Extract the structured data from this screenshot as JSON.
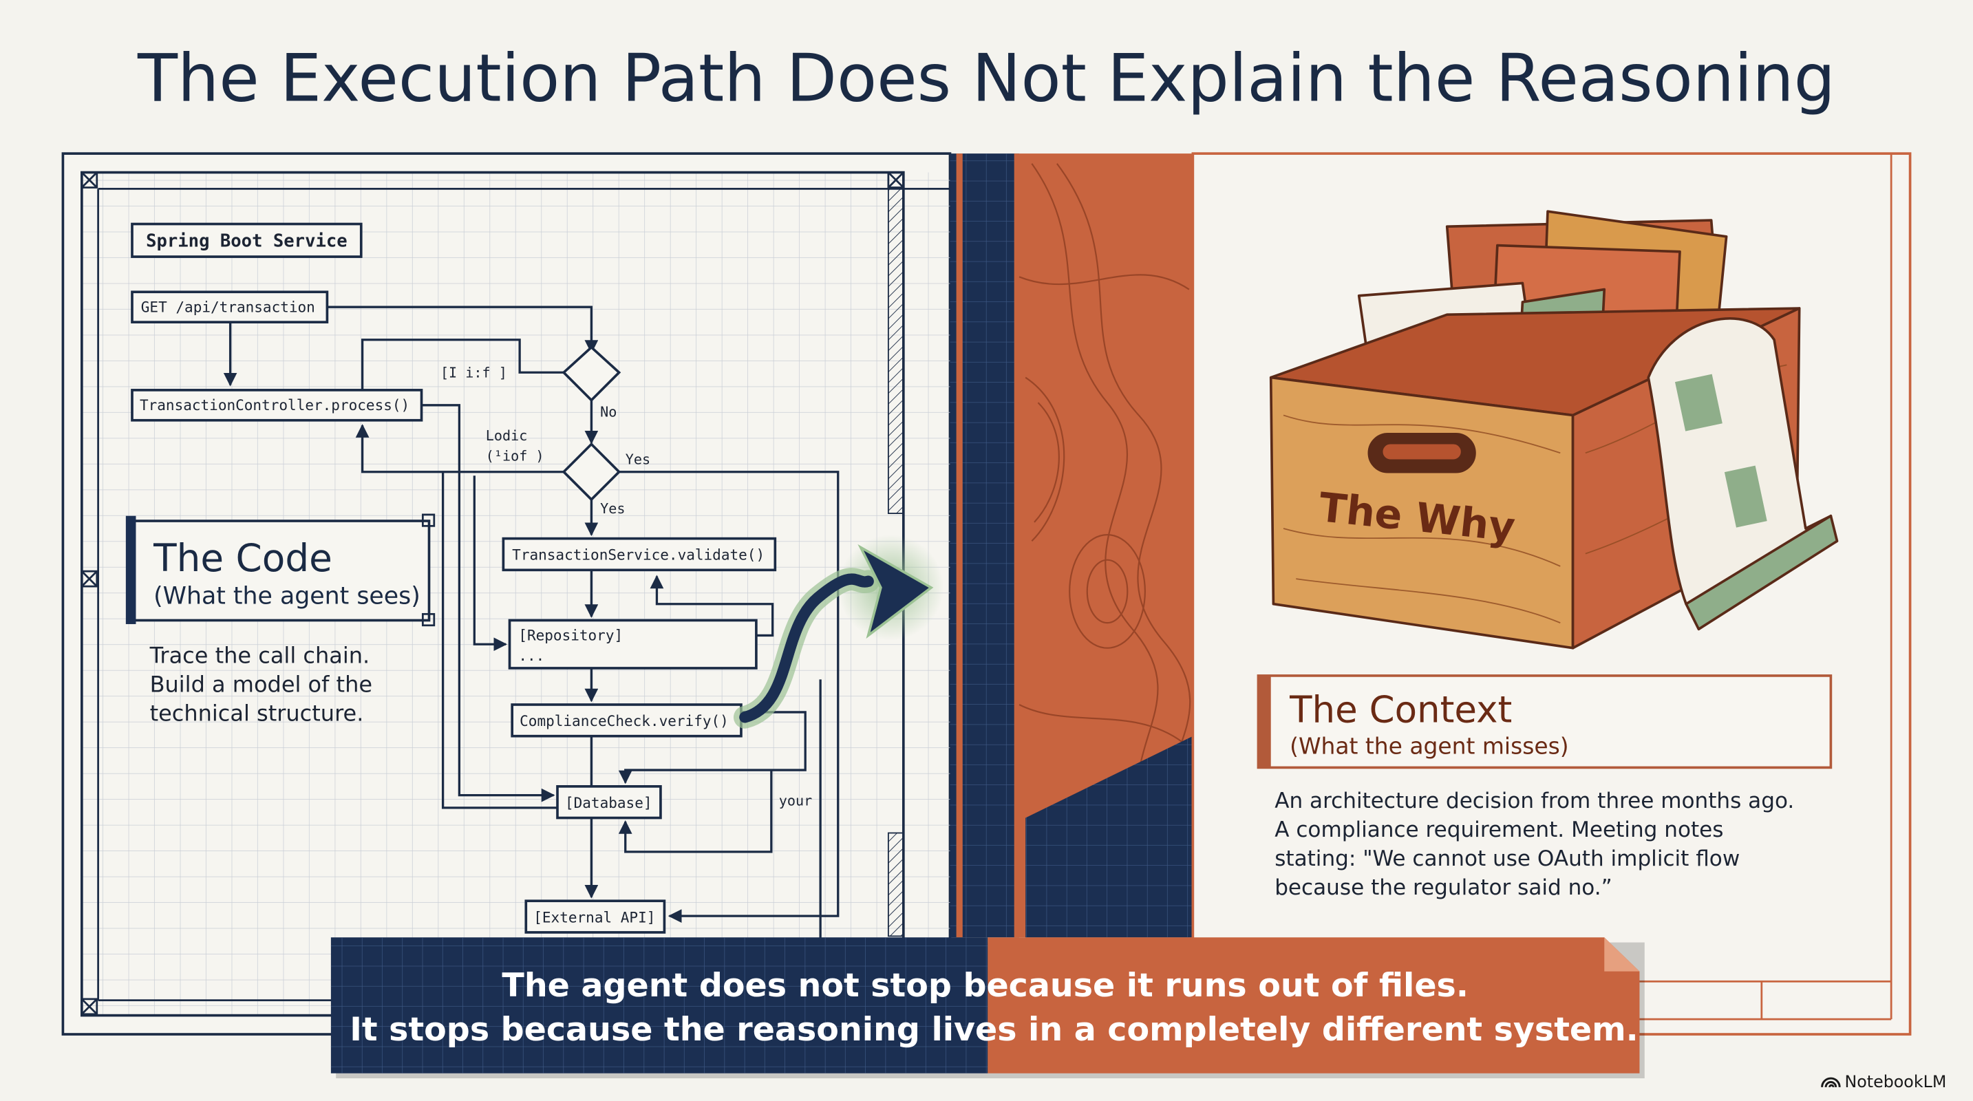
{
  "title": "The Execution Path Does Not Explain the Reasoning",
  "code_panel": {
    "service_label": "Spring Boot Service",
    "nodes": {
      "endpoint": "GET /api/transaction",
      "controller": "TransactionController.process()",
      "validate": "TransactionService.validate()",
      "repository": "[Repository]",
      "repository_ellipsis": "...",
      "compliance": "ComplianceCheck.verify()",
      "database": "[Database]",
      "external_api": "[External API]"
    },
    "edge_labels": {
      "if_label": "[I i:f ]",
      "logic_line1": "Lodic",
      "logic_line2": "(¹iof )",
      "no": "No",
      "yes_right": "Yes",
      "yes_down": "Yes",
      "your": "your"
    },
    "heading": "The Code",
    "subheading": "(What the agent sees)",
    "description": [
      "Trace the call chain.",
      "Build a model of the",
      "technical structure."
    ]
  },
  "context_panel": {
    "box_label": "The Why",
    "heading": "The Context",
    "subheading": "(What the agent misses)",
    "description": [
      "An architecture decision from three months ago.",
      "A compliance requirement. Meeting notes",
      "stating: \"We cannot use OAuth implicit flow",
      "because the regulator said no.”"
    ]
  },
  "banner": {
    "line1": "The agent does not stop because it runs out of files.",
    "line2": "It stops because the reasoning lives in a completely different system."
  },
  "watermark": "NotebookLM",
  "colors": {
    "navy": "#1b2f52",
    "orange": "#c8643f",
    "paper": "#f4f3ee",
    "green_glow": "#8fb58a"
  }
}
